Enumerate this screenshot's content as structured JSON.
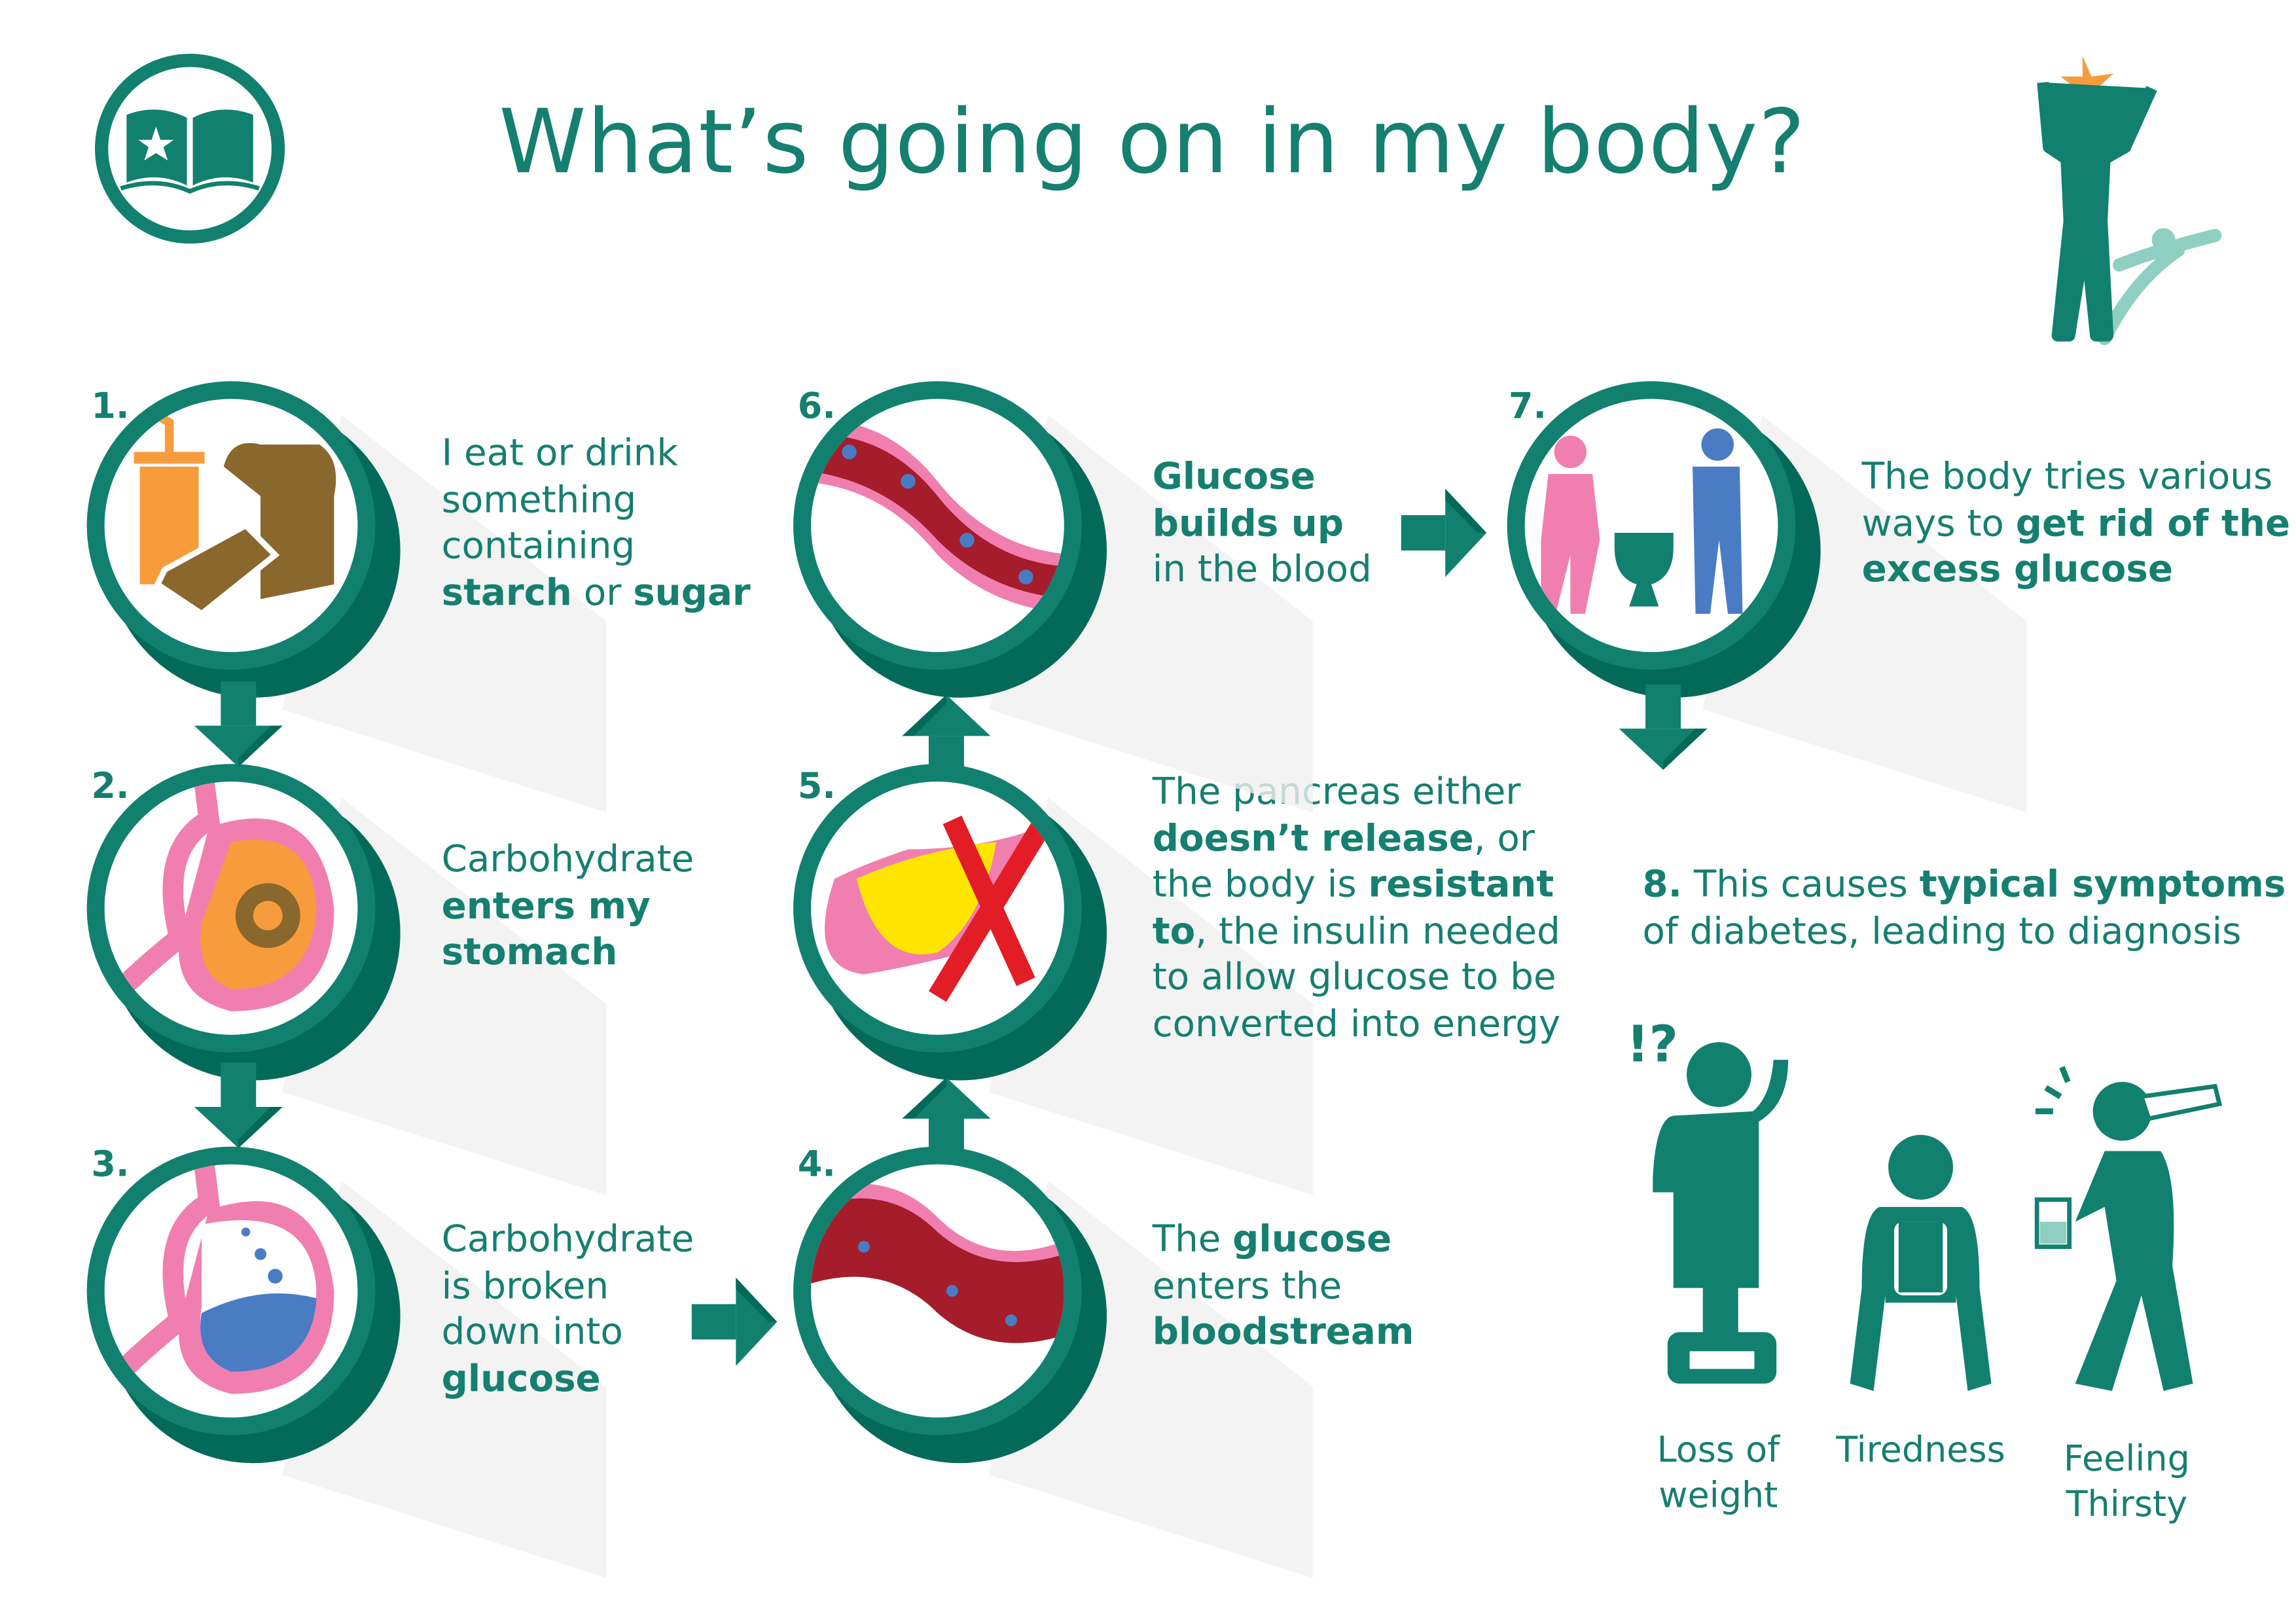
{
  "title": "What’s going on in my body?",
  "colors": {
    "teal": "#11806f",
    "dark_teal": "#036a5a",
    "pink": "#f07fb0",
    "orange": "#f79c3c",
    "brown": "#8a672c",
    "blood": "#a51c2a",
    "blue": "#4a7cc4",
    "yellow": "#ffe500",
    "red": "#e31d25"
  },
  "logo_icon": "open-book-with-star",
  "mascot_icon": "person-reaching-star",
  "steps": [
    {
      "num": "1.",
      "icon": "drink-and-bread",
      "text": [
        {
          "t": "I eat or drink",
          "b": false
        },
        {
          "t": "something",
          "b": false
        },
        {
          "t": "containing",
          "b": false
        },
        {
          "t": "starch",
          "b": true,
          "c": " or "
        },
        {
          "t": "sugar",
          "b": true
        }
      ]
    },
    {
      "num": "2.",
      "icon": "stomach-with-food",
      "text": [
        {
          "t": "Carbohydrate",
          "b": false
        },
        {
          "t": "enters my",
          "b": true
        },
        {
          "t": "stomach",
          "b": true
        }
      ]
    },
    {
      "num": "3.",
      "icon": "stomach-with-glucose",
      "text": [
        {
          "t": "Carbohydrate",
          "b": false
        },
        {
          "t": "is broken",
          "b": false
        },
        {
          "t": "down into",
          "b": false
        },
        {
          "t": "glucose",
          "b": true
        }
      ]
    },
    {
      "num": "4.",
      "icon": "blood-vessel",
      "text": [
        {
          "t": "The ",
          "b": false
        },
        {
          "t": "glucose",
          "b": true
        },
        {
          "t": "enters the",
          "b": false
        },
        {
          "t": "bloodstream",
          "b": true
        }
      ]
    },
    {
      "num": "5.",
      "icon": "pancreas-crossed",
      "text": [
        {
          "t": "The pancreas either",
          "b": false
        },
        {
          "t": "doesn’t release",
          "b": true
        },
        {
          "t": ", or",
          "b": false
        },
        {
          "t": "the body is ",
          "b": false
        },
        {
          "t": "resistant",
          "b": true
        },
        {
          "t": "to",
          "b": true
        },
        {
          "t": ", the insulin needed",
          "b": false
        },
        {
          "t": "to allow glucose to be",
          "b": false
        },
        {
          "t": "converted into energy",
          "b": false
        }
      ]
    },
    {
      "num": "6.",
      "icon": "blood-vessel-glucose",
      "text": [
        {
          "t": "Glucose",
          "b": true
        },
        {
          "t": "builds up",
          "b": true
        },
        {
          "t": "in the blood",
          "b": false
        }
      ]
    },
    {
      "num": "7.",
      "icon": "toilet-people",
      "text": [
        {
          "t": "The body tries various",
          "b": false
        },
        {
          "t": "ways to ",
          "b": false
        },
        {
          "t": "get rid of the",
          "b": true
        },
        {
          "t": "excess glucose",
          "b": true
        }
      ]
    }
  ],
  "step8": {
    "num": "8.",
    "a": " This causes ",
    "b": "typical symptoms",
    "c": "of diabetes, leading to diagnosis"
  },
  "symptoms": [
    {
      "icon": "confused-person-on-scale",
      "mark": "!?",
      "line1": "Loss of",
      "line2": "weight"
    },
    {
      "icon": "tired-person",
      "line1": "Tiredness",
      "line2": ""
    },
    {
      "icon": "person-drinking",
      "line1": "Feeling",
      "line2": "Thirsty"
    }
  ]
}
